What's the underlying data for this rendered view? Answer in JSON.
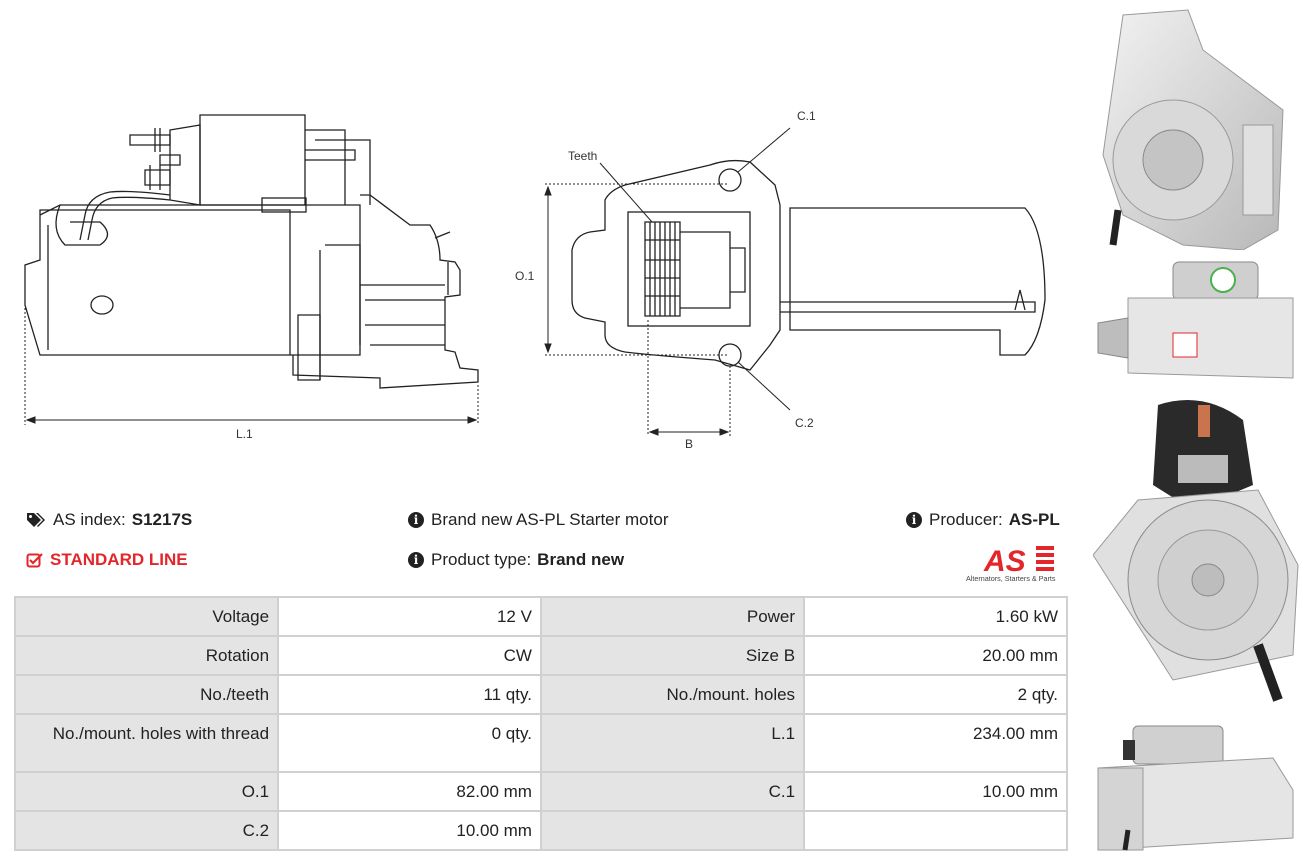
{
  "drawing": {
    "dim_l1": "L.1",
    "dim_o1": "O.1",
    "dim_b": "B",
    "label_teeth": "Teeth",
    "label_c1": "C.1",
    "label_c2": "C.2"
  },
  "info": {
    "as_index_label": "AS index:",
    "as_index_value": "S1217S",
    "line": "STANDARD LINE",
    "description": "Brand new AS-PL Starter motor",
    "product_type_label": "Product type:",
    "product_type_value": "Brand new",
    "producer_label": "Producer:",
    "producer_value": "AS-PL"
  },
  "logo": {
    "mark": "AS",
    "tagline": "Alternators, Starters & Parts"
  },
  "specs": [
    [
      "Voltage",
      "12 V",
      "Power",
      "1.60 kW"
    ],
    [
      "Rotation",
      "CW",
      "Size B",
      "20.00 mm"
    ],
    [
      "No./teeth",
      "11 qty.",
      "No./mount. holes",
      "2 qty."
    ],
    [
      "No./mount. holes with thread",
      "0 qty.",
      "L.1",
      "234.00 mm"
    ],
    [
      "O.1",
      "82.00 mm",
      "C.1",
      "10.00 mm"
    ],
    [
      "C.2",
      "10.00 mm",
      "",
      ""
    ]
  ],
  "colors": {
    "accent_red": "#e3262b",
    "table_header": "#e4e4e4",
    "table_border": "#d0d0d0"
  },
  "icons": {
    "tag": "tags-icon",
    "check": "check-square-icon",
    "info": "info-circle-icon"
  }
}
